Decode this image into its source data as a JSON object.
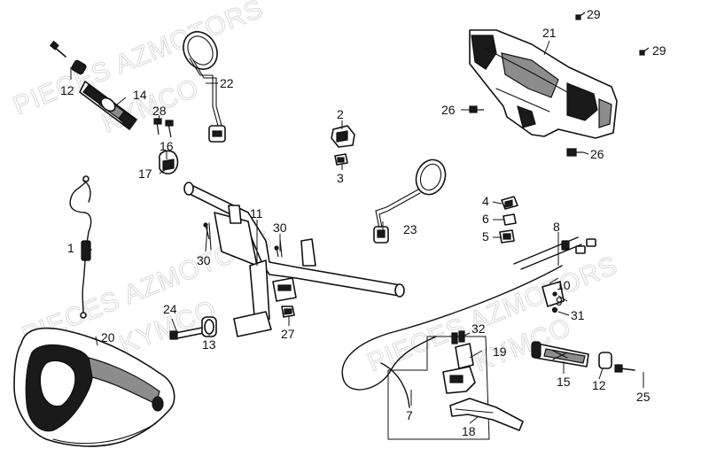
{
  "watermarks": [
    "PIECES AZMOTORS",
    "KYMCO",
    "PIECES AZMOTORS",
    "KYMCO",
    "PIECES AZMOTORS",
    "KYMCO"
  ],
  "callouts": {
    "p1": "1",
    "p2": "2",
    "p3": "3",
    "p4": "4",
    "p5": "5",
    "p6": "6",
    "p7": "7",
    "p8": "8",
    "p9": "9",
    "p10": "10",
    "p11": "11",
    "p12a": "12",
    "p12b": "12",
    "p13": "13",
    "p14": "14",
    "p15": "15",
    "p16": "16",
    "p17": "17",
    "p18": "18",
    "p19": "19",
    "p20": "20",
    "p21": "21",
    "p22": "22",
    "p23": "23",
    "p24": "24",
    "p25": "25",
    "p26a": "26",
    "p26b": "26",
    "p27": "27",
    "p28": "28",
    "p29a": "29",
    "p29b": "29",
    "p30a": "30",
    "p30b": "30",
    "p31": "31",
    "p32": "32"
  }
}
